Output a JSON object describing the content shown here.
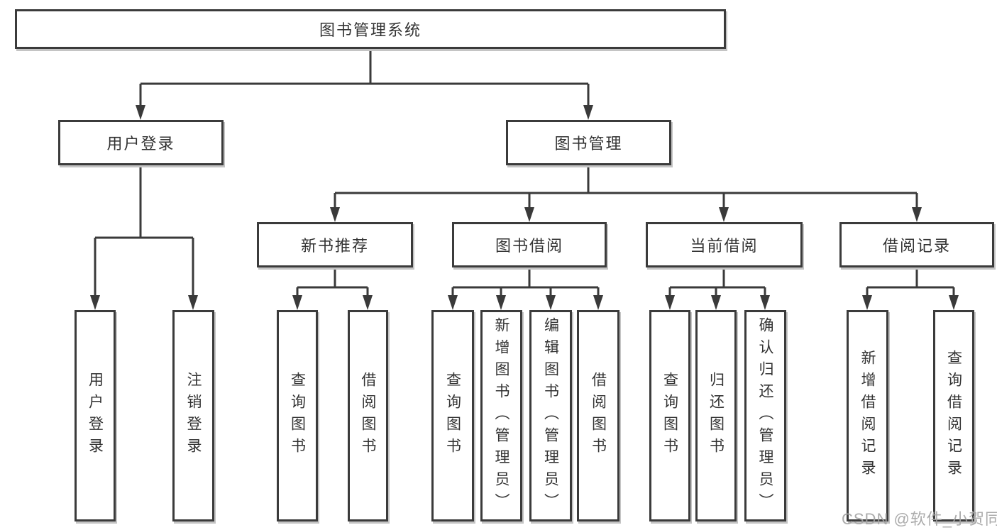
{
  "tree": {
    "root": {
      "label": "图书管理系统"
    },
    "children": [
      {
        "label": "用户登录",
        "children": [
          {
            "label": "用户登录"
          },
          {
            "label": "注销登录"
          }
        ]
      },
      {
        "label": "图书管理",
        "children": [
          {
            "label": "新书推荐",
            "children": [
              {
                "label": "查询图书"
              },
              {
                "label": "借阅图书"
              }
            ]
          },
          {
            "label": "图书借阅",
            "children": [
              {
                "label": "查询图书"
              },
              {
                "label": "新增图书（管理员）"
              },
              {
                "label": "编辑图书（管理员）"
              },
              {
                "label": "借阅图书"
              }
            ]
          },
          {
            "label": "当前借阅",
            "children": [
              {
                "label": "查询图书"
              },
              {
                "label": "归还图书"
              },
              {
                "label": "确认归还（管理员）"
              }
            ]
          },
          {
            "label": "借阅记录",
            "children": [
              {
                "label": "新增借阅记录"
              },
              {
                "label": "查询借阅记录"
              }
            ]
          }
        ]
      }
    ]
  },
  "watermark": {
    "text": "CSDN @软件_小贺同学"
  },
  "colors": {
    "line": "#3a3a3a",
    "box_border": "#3b3b3b",
    "box_shadow": "#c4c4c4",
    "text": "#333333",
    "background": "#ffffff",
    "watermark_text": "#a4a4a4"
  }
}
